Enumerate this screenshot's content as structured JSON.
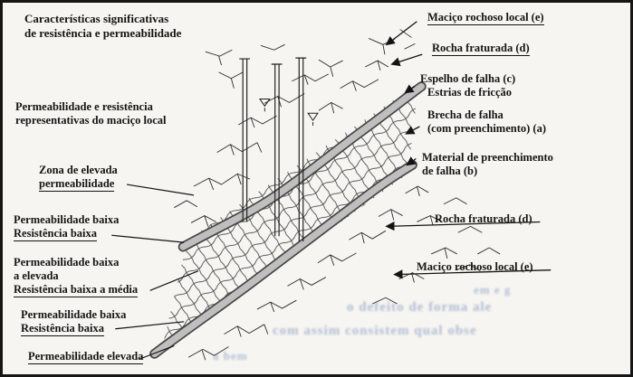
{
  "title": {
    "line1": "Características significativas",
    "line2": "de resistência e permeabilidade"
  },
  "left_labels": {
    "massif_repr": {
      "line1": "Permeabilidade e resistência",
      "line2": "representativas do maciço local"
    },
    "high_perm_zone": {
      "line1": "Zona de elevada",
      "line2": "permeabilidade"
    },
    "low_perm_1": {
      "line1": "Permeabilidade baixa",
      "line2": "Resistência baixa"
    },
    "low_to_high": {
      "line1": "Permeabilidade baixa",
      "line2": "a elevada",
      "line3": "Resistência baixa a média"
    },
    "low_perm_2": {
      "line1": "Permeabilidade baixa",
      "line2": "Resistência baixa"
    },
    "high_perm": {
      "line1": "Permeabilidade elevada"
    }
  },
  "right_labels": {
    "local_rock_top": {
      "line1": "Maciço rochoso local (e)"
    },
    "fractured_top": {
      "line1": "Rocha fraturada (d)"
    },
    "fault_mirror": {
      "line1": "Espelho de falha (c)",
      "line2": "Estrias de fricção"
    },
    "fault_breccia": {
      "line1": "Brecha de falha",
      "line2": "(com preenchimento) (a)"
    },
    "fault_filling": {
      "line1": "Material de preenchimento",
      "line2": "de falha (b)"
    },
    "fractured_bottom": {
      "line1": "Rocha fraturada (d)"
    },
    "local_rock_bottom": {
      "line1": "Maciço rochoso local (e)"
    }
  },
  "bleed_through": {
    "f0": "em e g",
    "f1": "o defeito de forma ale",
    "f2": "com assim consistem qual obse",
    "f3": "a bem"
  },
  "colors": {
    "ink": "#151515",
    "fault_band_fill": "#bfbfbf",
    "fault_band_edge": "#474747",
    "bleed_blue": "#3d5fa6",
    "paper": "#f6f5f1"
  }
}
